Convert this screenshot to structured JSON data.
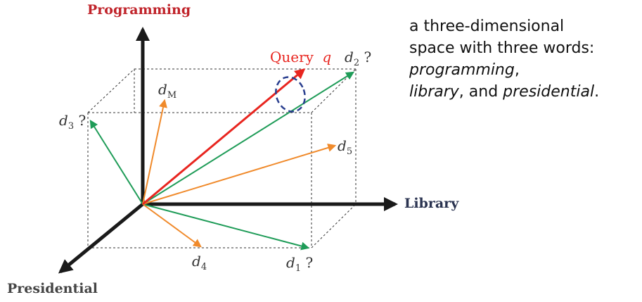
{
  "axes": {
    "programming": "Programming",
    "library": "Library",
    "presidential": "Presidential"
  },
  "vectors": {
    "query": "Query",
    "query_symbol": "q",
    "d1": {
      "base": "d",
      "sub": "1",
      "suffix": " ?"
    },
    "d2": {
      "base": "d",
      "sub": "2",
      "suffix": " ?"
    },
    "d3": {
      "base": "d",
      "sub": "3",
      "suffix": " ?"
    },
    "d4": {
      "base": "d",
      "sub": "4",
      "suffix": ""
    },
    "d5": {
      "base": "d",
      "sub": "5",
      "suffix": ""
    },
    "dM": {
      "base": "d",
      "sub": "M",
      "suffix": ""
    }
  },
  "description": {
    "line1": "a three-dimensional",
    "line2": "space with three words:",
    "word1": "programming",
    "word1_suffix": ",",
    "word2": "library",
    "connector": ", and ",
    "word3": "presidential",
    "end": "."
  },
  "colors": {
    "axis": "#1a1a1a",
    "query": "#e8251f",
    "green_vectors": "#1f9c58",
    "orange_vectors": "#f08a2b",
    "query_region": "#2a3f8f",
    "axis_label_programming": "#c0232a",
    "box_dashes": "#333333"
  }
}
